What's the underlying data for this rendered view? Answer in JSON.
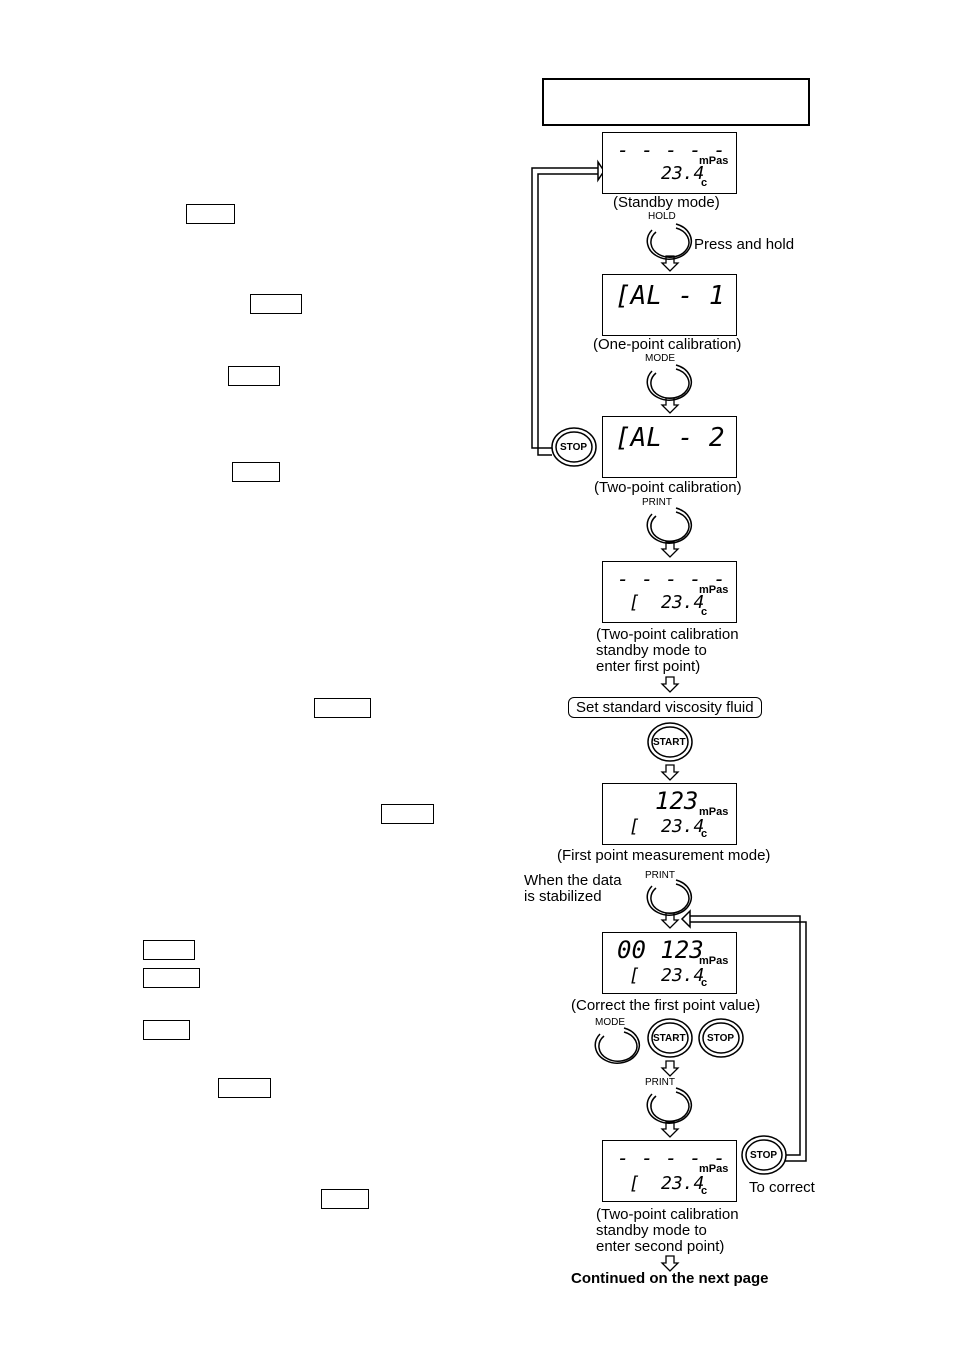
{
  "lcd": {
    "standby_top": "- - - - -",
    "unit_mpas": "mPas",
    "temp": "23.4",
    "unit_c": "c",
    "cal1": "[AL - 1",
    "cal2": "[AL - 2",
    "c_marker": "[",
    "value_123": "123",
    "value_00123": "00 123"
  },
  "captions": {
    "standby": "(Standby mode)",
    "press_hold": "Press and hold",
    "one_point": "(One-point calibration)",
    "two_point": "(Two-point calibration)",
    "standby_first": "(Two-point calibration\nstandby mode to\nenter first point)",
    "set_fluid": "Set standard viscosity fluid",
    "first_measure": "(First point measurement mode)",
    "when_stable": "When the data\nis stabilized",
    "correct_first": "(Correct the first point value)",
    "to_correct": "To correct",
    "standby_second": "(Two-point calibration\nstandby mode to\nenter second point)",
    "continued": "Continued on the next page"
  },
  "buttons": {
    "hold": "HOLD",
    "mode": "MODE",
    "stop": "STOP",
    "print": "PRINT",
    "start": "START"
  }
}
